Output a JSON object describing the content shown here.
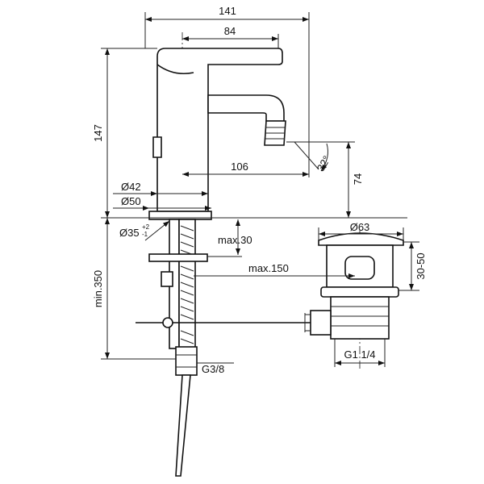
{
  "dimensions": {
    "overall_width": "141",
    "lever_length": "84",
    "height": "147",
    "spout_reach": "106",
    "spout_angle": "32°",
    "spout_height": "74",
    "body_diameter": "Ø42",
    "base_diameter": "Ø50",
    "hole_diameter": "Ø35",
    "hole_tol_plus": "+2",
    "hole_tol_minus": "-1",
    "max_deck_thickness": "max.30",
    "max_rod_length": "max.150",
    "waste_flange_diameter": "Ø63",
    "waste_adjust": "30-50",
    "min_height_below": "min.350",
    "hose_thread": "G3/8",
    "waste_thread": "G1 1/4"
  },
  "colors": {
    "line": "#222222",
    "background": "#ffffff"
  }
}
